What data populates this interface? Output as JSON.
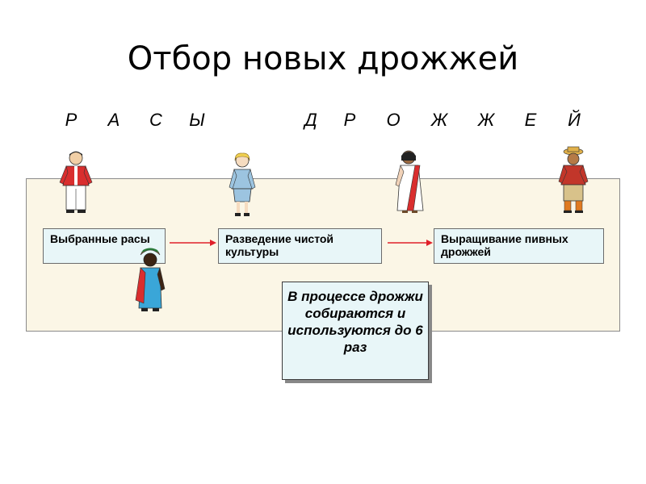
{
  "title": "Отбор новых дрожжей",
  "letters": [
    "Р",
    "А",
    "С",
    "Ы",
    "Д",
    "Р",
    "О",
    "Ж",
    "Ж",
    "Е",
    "Й"
  ],
  "steps": [
    {
      "label": "Выбранные расы"
    },
    {
      "label": "Разведение чистой культуры"
    },
    {
      "label": "Выращивание пивных дрожжей"
    }
  ],
  "note": "В процессе дрожжи собираются и используются до 6 раз",
  "colors": {
    "panel_bg": "#fbf6e6",
    "box_bg": "#e8f6f8",
    "arrow": "#e0202a"
  },
  "figures": [
    "east-asian-man-figure",
    "businesswoman-figure",
    "indian-woman-figure",
    "african-woman-figure",
    "man-in-hat-figure"
  ]
}
